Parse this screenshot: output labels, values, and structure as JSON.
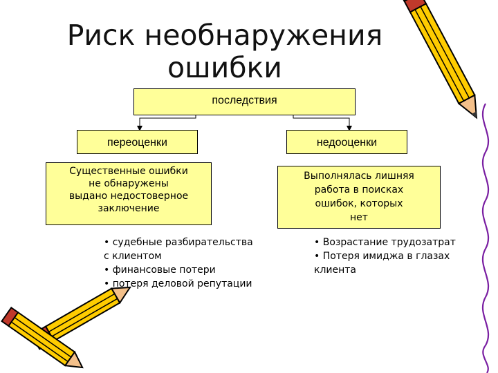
{
  "title": {
    "line1": "Риск необнаружения",
    "line2": "ошибки"
  },
  "diagram": {
    "root": "последствия",
    "left": {
      "label": "переоценки",
      "description": [
        "Существенные ошибки",
        "не обнаружены",
        "выдано недостоверное",
        "заключение"
      ],
      "bullets": [
        "• судебные разбирательства",
        "с клиентом",
        "• финансовые потери",
        "• потеря деловой репутации"
      ]
    },
    "right": {
      "label": "недооценки",
      "description": [
        "Выполнялась лишняя",
        "работа в поисках",
        "ошибок, которых",
        "нет"
      ],
      "bullets": [
        "• Возрастание трудозатрат",
        "• Потеря имиджа в глазах",
        "клиента"
      ]
    }
  },
  "colors": {
    "box_fill": "#ffff99",
    "pencil_body": "#ffcc00",
    "pencil_tip": "#f4c08a",
    "eraser": "#2e8b57",
    "ferrule_red": "#c0392b"
  },
  "icons": [
    "pencil-icon",
    "wavy-line-icon"
  ]
}
